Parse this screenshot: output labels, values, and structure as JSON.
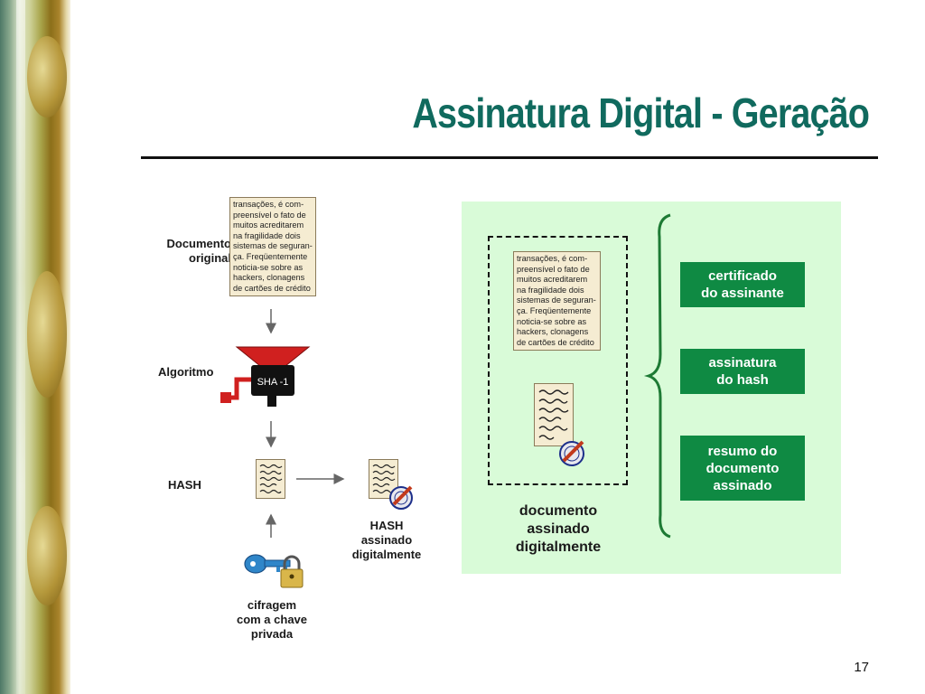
{
  "slide": {
    "title": "Assinatura Digital - Geração",
    "page_number": "17"
  },
  "left_flow": {
    "documento_label": "Documento\noriginal",
    "document_text": "transações, é com-\npreensível o fato de\nmuitos acreditarem\nna fragilidade dois\nsistemas de seguran-\nça. Freqüentemente\nnoticia-se sobre as\nhackers, clonagens\nde cartões de crédito",
    "algoritmo_label": "Algoritmo",
    "sha_label": "SHA -1",
    "hash_label": "HASH",
    "hash_signed_label": "HASH\nassinado\ndigitalmente",
    "key_label": "cifragem\ncom a chave\nprivada"
  },
  "right_panel": {
    "document_text": "transações, é com-\npreensível o fato de\nmuitos acreditarem\nna fragilidade dois\nsistemas de seguran-\nça. Freqüentemente\nnoticia-se sobre as\nhackers, clonagens\nde cartões de crédito",
    "signed_doc_label": "documento\nassinado\ndigitalmente",
    "boxes": [
      {
        "label": "certificado\ndo assinante"
      },
      {
        "label": "assinatura\ndo hash"
      },
      {
        "label": "resumo do\ndocumento\nassinado"
      }
    ],
    "colors": {
      "panel": "#d9fbd8",
      "box": "#0f8a43",
      "brace": "#1d7a34"
    }
  },
  "icons": {
    "key": "key-icon",
    "padlock": "padlock-icon",
    "pen_seal": "pen-seal-icon",
    "hash_machine": "hash-machine-icon"
  },
  "theme": {
    "title_color": "#106a5e"
  }
}
